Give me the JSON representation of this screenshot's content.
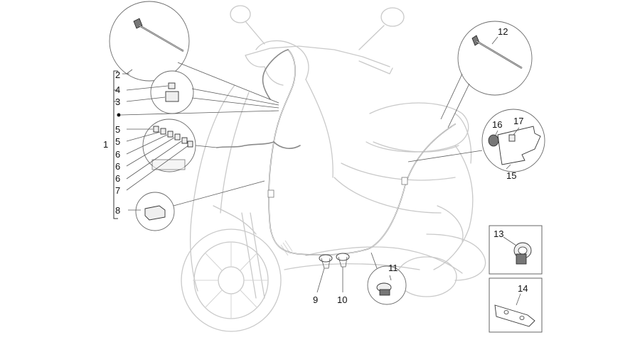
{
  "labels": {
    "l1": "1",
    "l2": "2",
    "l3": "3",
    "l4": "4",
    "l5a": "5",
    "l5b": "5",
    "l6a": "6",
    "l6b": "6",
    "l6c": "6",
    "l7": "7",
    "l8": "8",
    "l9": "9",
    "l10": "10",
    "l11": "11",
    "l12": "12",
    "l13": "13",
    "l14": "14",
    "l15": "15",
    "l16": "16",
    "l17": "17"
  }
}
